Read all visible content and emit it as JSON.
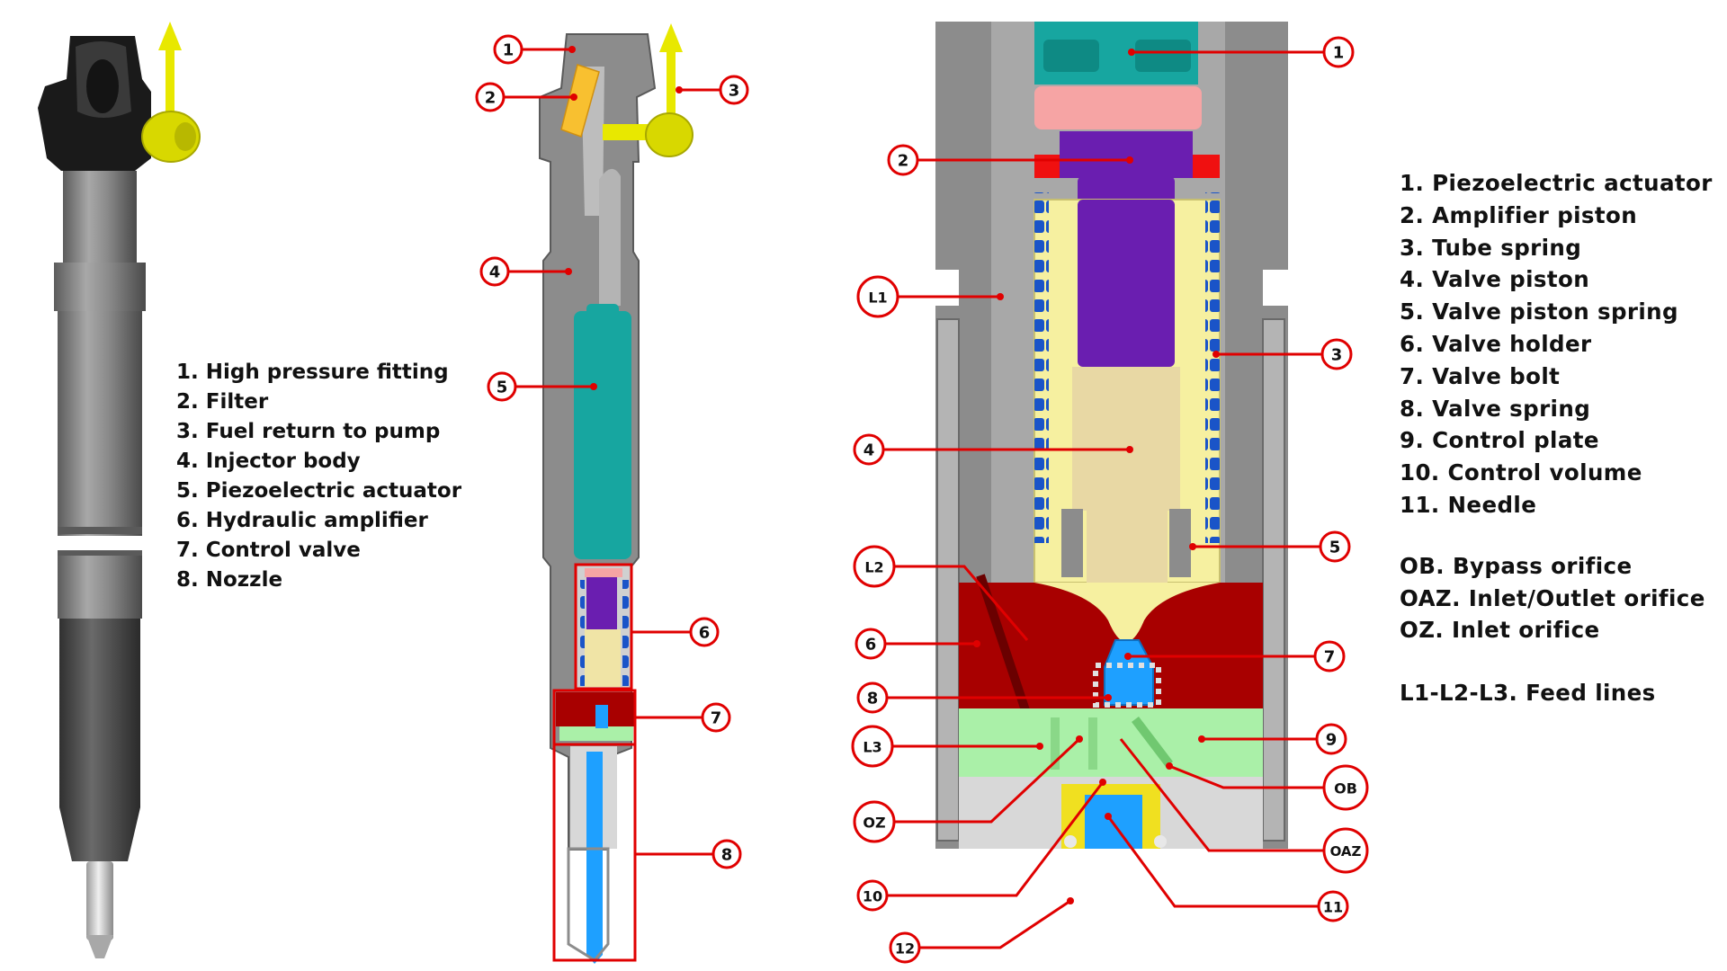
{
  "legend_left": [
    "1. High pressure fitting",
    "2. Filter",
    "3. Fuel return to pump",
    "4. Injector body",
    "5. Piezoelectric actuator",
    "6. Hydraulic amplifier",
    "7. Control valve",
    "8. Nozzle"
  ],
  "legend_right": [
    "1. Piezoelectric actuator",
    "2. Amplifier piston",
    "3. Tube spring",
    "4. Valve piston",
    "5. Valve piston spring",
    "6. Valve holder",
    "7. Valve bolt",
    "8. Valve spring",
    "9. Control plate",
    "10. Control volume",
    "11. Needle"
  ],
  "legend_orifices": [
    "OB. Bypass orifice",
    "OAZ. Inlet/Outlet orifice",
    "OZ. Inlet orifice"
  ],
  "legend_feed": [
    "L1-L2-L3. Feed lines"
  ],
  "callouts_middle": [
    "1",
    "2",
    "3",
    "4",
    "5",
    "6",
    "7",
    "8"
  ],
  "callouts_right": [
    "1",
    "2",
    "L1",
    "3",
    "4",
    "L2",
    "5",
    "6",
    "7",
    "8",
    "L3",
    "9",
    "OB",
    "OZ",
    "OAZ",
    "10",
    "11",
    "12"
  ],
  "colors": {
    "callout_red": "#e00000",
    "body_grey": "#8c8c8c",
    "teal": "#17a6a0",
    "purple": "#6a1eb0",
    "cream": "#f6f0a0",
    "tan": "#e8d8a4",
    "dark_red": "#a80000",
    "light_green": "#aaf0a8",
    "light_blue": "#1ea0ff",
    "pink": "#f6a4a4",
    "yellow": "#f0e020",
    "orange": "#f8c030",
    "spring_blue": "#1a54c8"
  }
}
